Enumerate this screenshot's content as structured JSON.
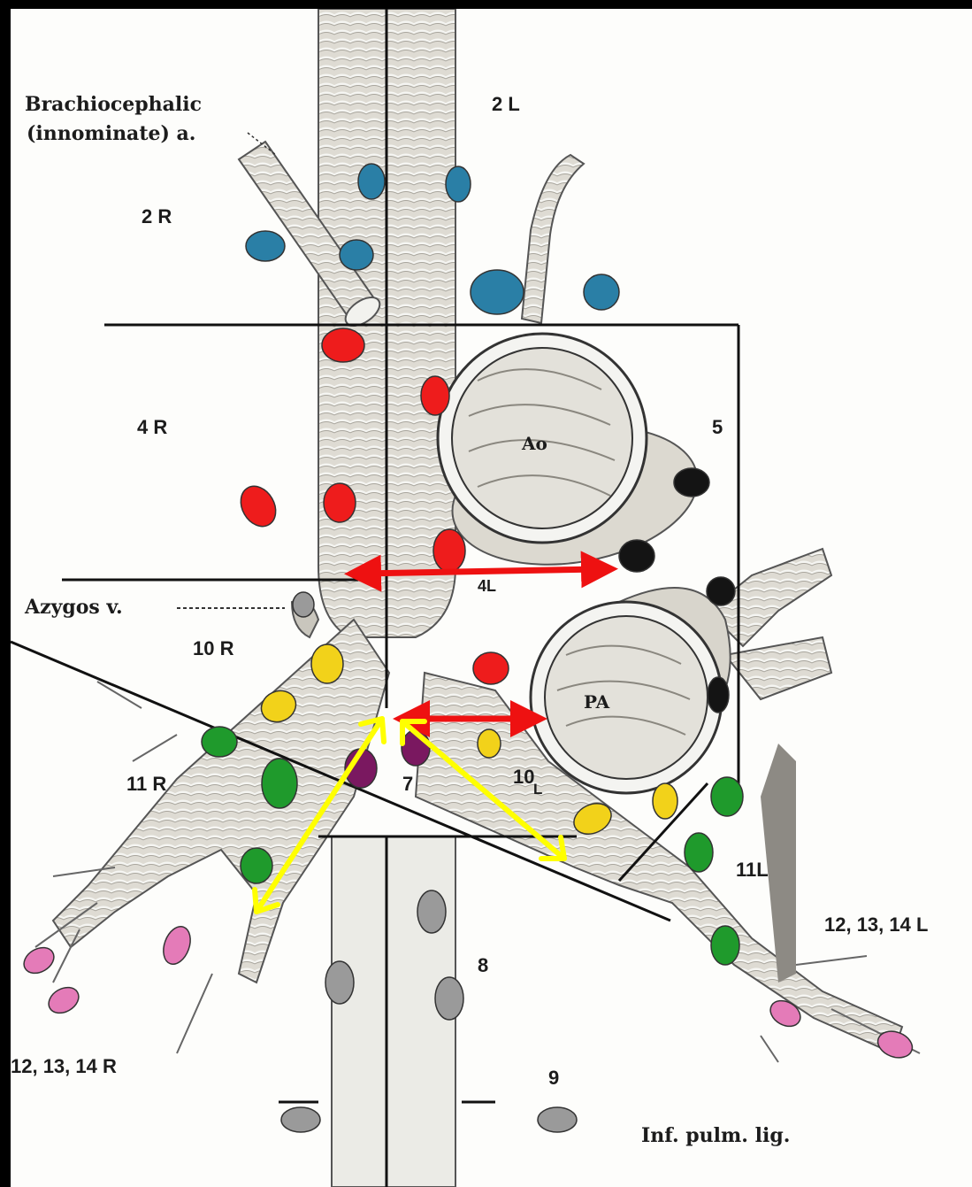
{
  "labels": {
    "brachiocephalic_1": "Brachiocephalic",
    "brachiocephalic_2": "(innominate) a.",
    "azygos": "Azygos v.",
    "inf_pulm": "Inf. pulm. lig.",
    "aorta": "Ao",
    "pulmonary_artery": "PA",
    "station_2R": "2 R",
    "station_2L": "2 L",
    "station_4R": "4 R",
    "station_4L": "4L",
    "station_5": "5",
    "station_7": "7",
    "station_8": "8",
    "station_9": "9",
    "station_10R": "10 R",
    "station_10L": "10",
    "station_10L_sub": "L",
    "station_11R": "11 R",
    "station_11L": "11L",
    "station_12_14R": "12, 13, 14 R",
    "station_12_14L": "12, 13, 14 L"
  },
  "colors": {
    "blue_nodes": "#2a7fa6",
    "red_nodes": "#ee1c1c",
    "yellow_nodes": "#f2d21a",
    "green_nodes": "#1f9a2c",
    "pink_nodes": "#e47bb8",
    "gray_nodes": "#9a9a9a",
    "black_nodes": "#141414",
    "purple_nodes": "#7a1860",
    "red_arrow": "#ee1111",
    "yellow_arrow": "#ffff00"
  }
}
